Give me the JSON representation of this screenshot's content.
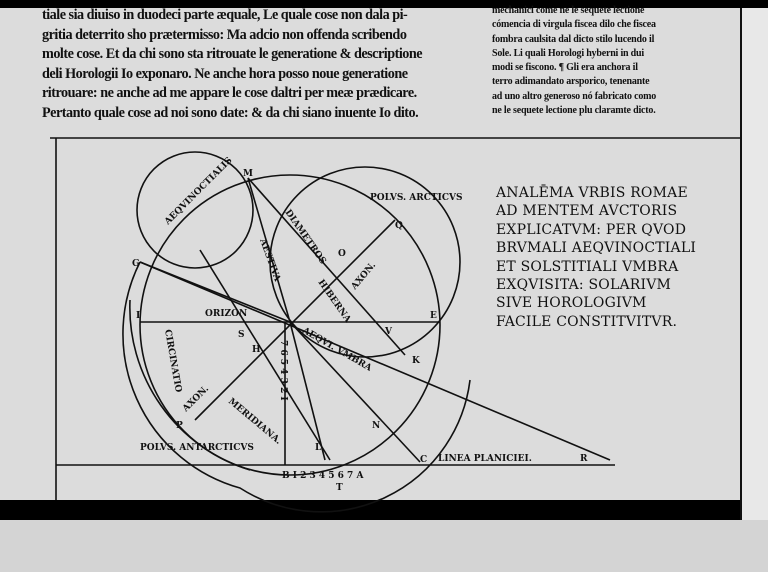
{
  "left_column": [
    "tiale sia diuiso in duodeci parte æquale, Le quale cose non dala pi-",
    "gritia deterrito sho prætermisso: Ma adcio non offenda scribendo",
    "molte cose. Et da chi sono sta ritrouate le generatione & descriptione",
    "deli Horologii Io exponaro. Ne anche hora posso noue generatione",
    "ritrouare: ne anche ad me appare le cose daltri per meæ prædicare.",
    "Pertanto quale cose ad noi sono date: & da chi siano inuente Io dito."
  ],
  "right_column": [
    "mechanici come ne le sequete lectione",
    "cómencia di virgula fiscea dilo che fiscea",
    "fombra caulsita dal dicto stilo lucendo il",
    "Sole. Li quali Horologi hyberni in dui",
    "modi se fiscono. ¶ Gli era anchora il",
    "terro adimandato arsporico, tenenante",
    "ad uno altro generoso nó fabricato como",
    "ne le sequete lectione plu claramte dicto."
  ],
  "caption": [
    "ANALĒMA VRBIS ROMAE",
    "AD MENTEM AVCTORIS",
    "EXPLICATVM: PER QVOD",
    "BRVMALI AEQVINOCTIALI",
    "ET SOLSTITIALI VMBRA",
    "EXQVISITA: SOLARIVM",
    "SIVE HOROLOGIVM",
    "FACILE CONSTITVITVR."
  ],
  "diagram_labels": {
    "m": "M",
    "g": "G",
    "i": "I",
    "e": "E",
    "s": "S",
    "h": "H",
    "k": "K",
    "n": "N",
    "l": "L",
    "q": "Q",
    "v": "V",
    "p": "P",
    "o": "O",
    "c": "C",
    "r": "R",
    "t": "T",
    "orizon": "ORIZON",
    "polus_arcticus": "POLVS. ARCTICVS",
    "polus_antarcticus": "POLVS. ANTARCTICVS",
    "linea_planiciei": "LINEA PLANICIEI.",
    "axon": "AXON.",
    "axon2": "AXON.",
    "meridiana": "MERIDIANA.",
    "hiberna": "HIBERNA",
    "aequinoctialis": "AEQVINOCTIALIS",
    "aestiva": "AESTIVA",
    "diametros": "DIAMETROS",
    "umbra": "AEQVI. VMBRA",
    "circinatio": "CIRCINATIO",
    "scale": "B I 2 3 4 5 6 7 A",
    "scale_vertical": "7 6 5 4 3 2 I"
  }
}
